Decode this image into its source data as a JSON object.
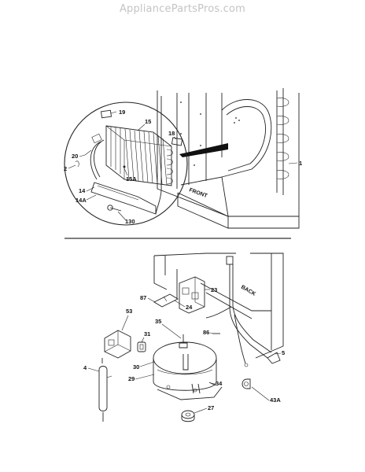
{
  "watermark": "AppliancePartsPros.com",
  "upper_diagram": {
    "callouts": [
      "19",
      "15",
      "18",
      "20",
      "2",
      "15A",
      "14",
      "14A",
      "130",
      "1"
    ],
    "panel_text": "FRONT"
  },
  "lower_diagram": {
    "callouts": [
      "23",
      "87",
      "24",
      "53",
      "35",
      "31",
      "86",
      "5",
      "4",
      "30",
      "29",
      "34",
      "43A",
      "27"
    ],
    "panel_text": "BACK"
  }
}
